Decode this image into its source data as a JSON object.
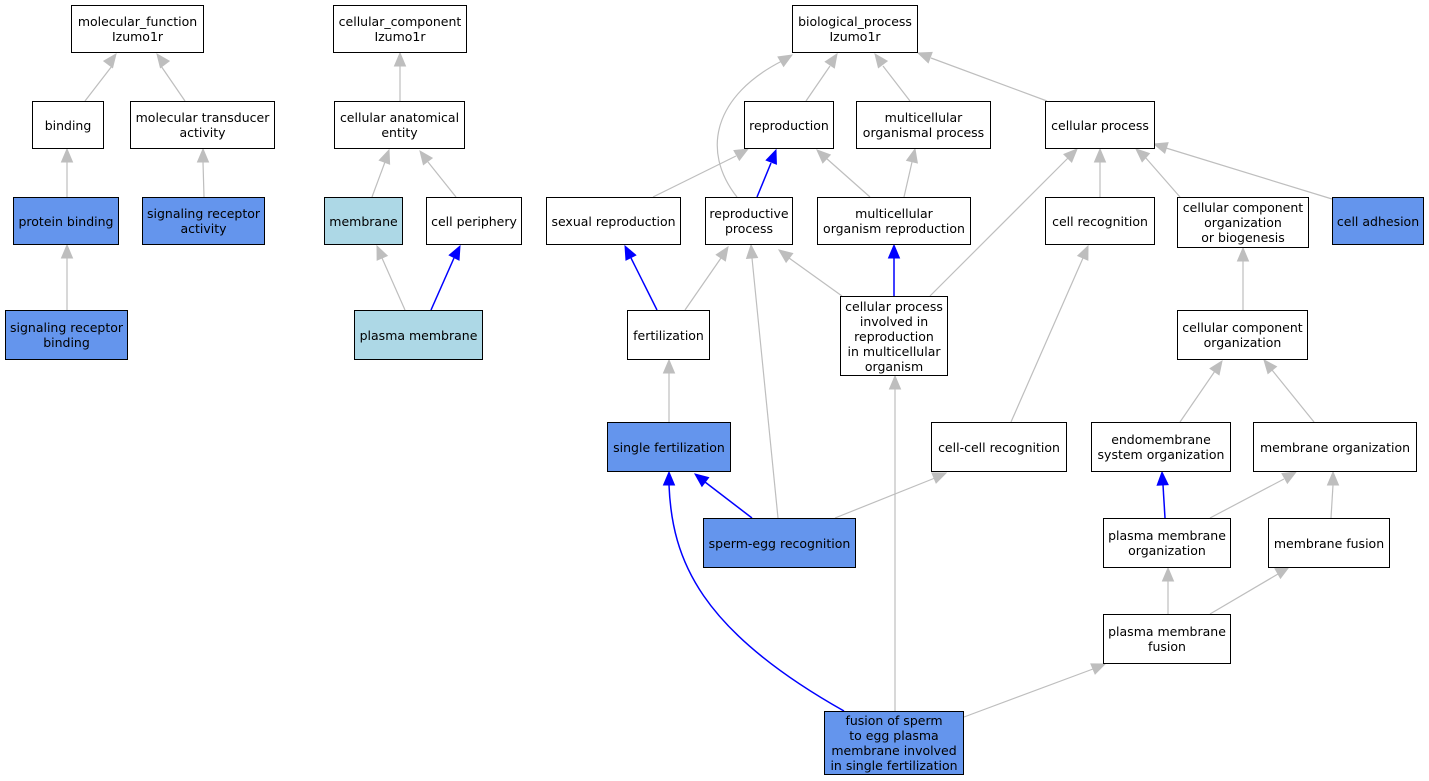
{
  "colors": {
    "edge_default": "#bebebe",
    "edge_highlight": "#0000ff",
    "node_white": "#ffffff",
    "node_annotated": "#6495ed",
    "node_light": "#add8e6"
  },
  "nodes": {
    "molecular_function": {
      "label": "molecular_function\nIzumo1r",
      "fill": "white"
    },
    "cellular_component": {
      "label": "cellular_component\nIzumo1r",
      "fill": "white"
    },
    "biological_process": {
      "label": "biological_process\nIzumo1r",
      "fill": "white"
    },
    "binding": {
      "label": "binding",
      "fill": "white"
    },
    "molecular_transducer_activity": {
      "label": "molecular transducer\nactivity",
      "fill": "white"
    },
    "cellular_anatomical_entity": {
      "label": "cellular anatomical\nentity",
      "fill": "white"
    },
    "reproduction": {
      "label": "reproduction",
      "fill": "white"
    },
    "multicellular_organismal_process": {
      "label": "multicellular\norganismal process",
      "fill": "white"
    },
    "cellular_process": {
      "label": "cellular process",
      "fill": "white"
    },
    "protein_binding": {
      "label": "protein binding",
      "fill": "blue"
    },
    "signaling_receptor_activity": {
      "label": "signaling receptor\nactivity",
      "fill": "blue"
    },
    "membrane": {
      "label": "membrane",
      "fill": "light"
    },
    "cell_periphery": {
      "label": "cell periphery",
      "fill": "white"
    },
    "sexual_reproduction": {
      "label": "sexual reproduction",
      "fill": "white"
    },
    "reproductive_process": {
      "label": "reproductive\nprocess",
      "fill": "white"
    },
    "multicellular_organism_reproduction": {
      "label": "multicellular\norganism reproduction",
      "fill": "white"
    },
    "cell_recognition": {
      "label": "cell recognition",
      "fill": "white"
    },
    "cellular_component_organization_or_biogenesis": {
      "label": "cellular component\norganization\nor biogenesis",
      "fill": "white"
    },
    "cell_adhesion": {
      "label": "cell adhesion",
      "fill": "blue"
    },
    "signaling_receptor_binding": {
      "label": "signaling receptor\nbinding",
      "fill": "blue"
    },
    "plasma_membrane": {
      "label": "plasma membrane",
      "fill": "light"
    },
    "fertilization": {
      "label": "fertilization",
      "fill": "white"
    },
    "cellular_process_involved_in_reproduction": {
      "label": "cellular process\ninvolved in\nreproduction\nin multicellular\norganism",
      "fill": "white"
    },
    "cellular_component_organization": {
      "label": "cellular component\norganization",
      "fill": "white"
    },
    "single_fertilization": {
      "label": "single fertilization",
      "fill": "blue"
    },
    "cell_cell_recognition": {
      "label": "cell-cell recognition",
      "fill": "white"
    },
    "endomembrane_system_organization": {
      "label": "endomembrane\nsystem organization",
      "fill": "white"
    },
    "membrane_organization": {
      "label": "membrane organization",
      "fill": "white"
    },
    "sperm_egg_recognition": {
      "label": "sperm-egg recognition",
      "fill": "blue"
    },
    "plasma_membrane_organization": {
      "label": "plasma membrane\norganization",
      "fill": "white"
    },
    "membrane_fusion": {
      "label": "membrane fusion",
      "fill": "white"
    },
    "plasma_membrane_fusion": {
      "label": "plasma membrane\nfusion",
      "fill": "white"
    },
    "fusion_of_sperm_to_egg": {
      "label": "fusion of sperm\nto egg plasma\nmembrane involved\nin single fertilization",
      "fill": "blue"
    }
  }
}
